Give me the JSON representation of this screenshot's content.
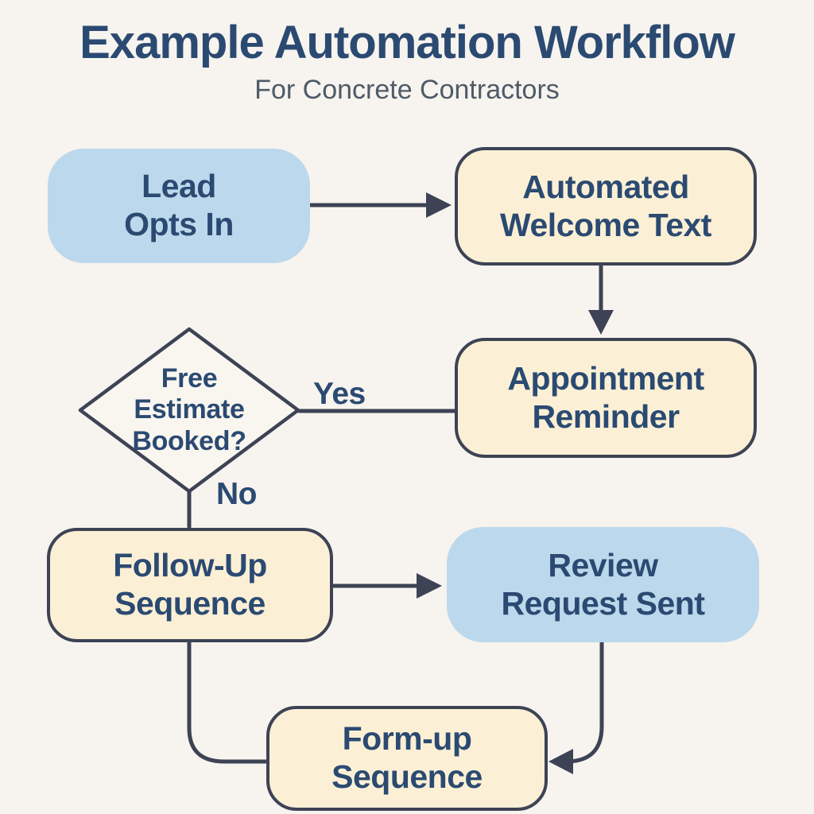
{
  "header": {
    "title": "Example Automation Workflow",
    "subtitle": "For Concrete Contractors"
  },
  "nodes": {
    "lead": {
      "lines": [
        "Lead",
        "Opts In"
      ]
    },
    "welcome": {
      "lines": [
        "Automated",
        "Welcome Text"
      ]
    },
    "reminder": {
      "lines": [
        "Appointment",
        "Reminder"
      ]
    },
    "decision": {
      "lines": [
        "Free",
        "Estimate",
        "Booked?"
      ]
    },
    "followup": {
      "lines": [
        "Follow-Up",
        "Sequence"
      ]
    },
    "review": {
      "lines": [
        "Review",
        "Request Sent"
      ]
    },
    "formup": {
      "lines": [
        "Form-up",
        "Sequence"
      ]
    }
  },
  "edge_labels": {
    "yes": "Yes",
    "no": "No"
  },
  "colors": {
    "background": "#f7f3ee",
    "node_blue": "#bcd8ec",
    "node_cream": "#fbf0d5",
    "outline": "#3d4355",
    "text_navy": "#2b4a72",
    "subtitle_gray": "#4e5a68"
  }
}
